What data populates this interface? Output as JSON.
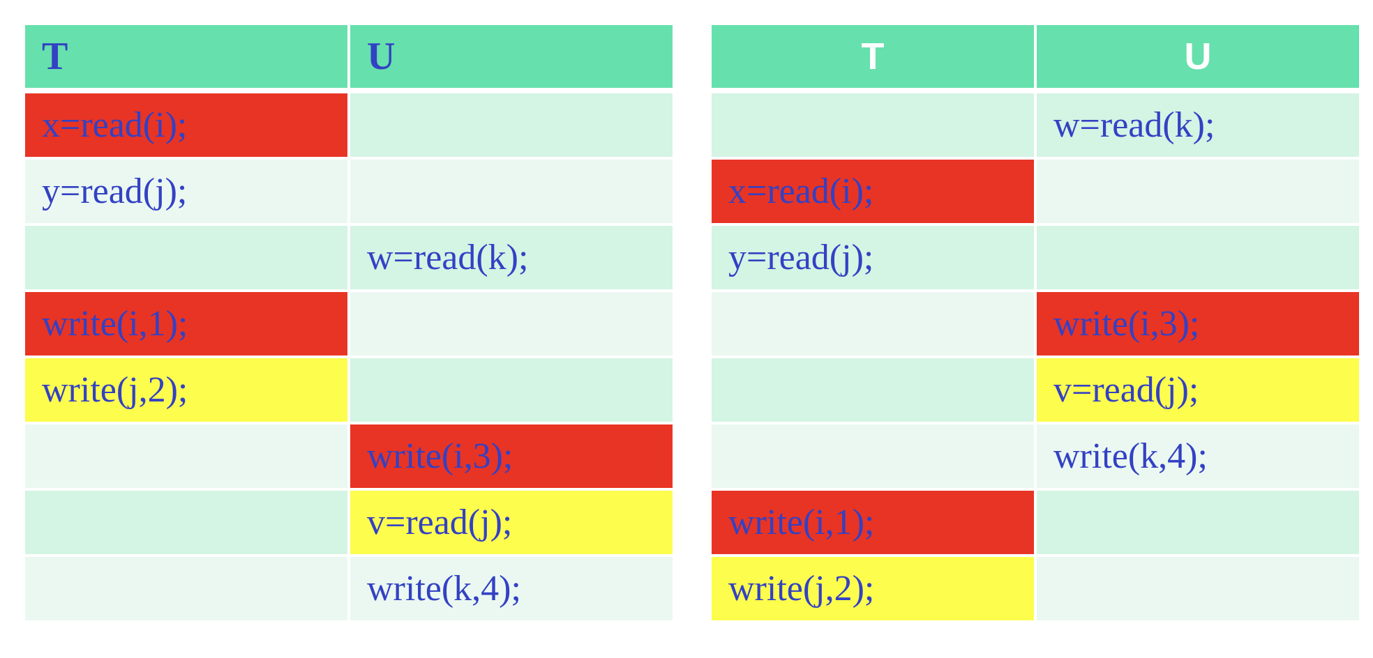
{
  "colors": {
    "header": "#66e0ac",
    "row_odd": "#d4f4e4",
    "row_even": "#eaf8f1",
    "highlight_red": "#e83424",
    "highlight_yellow": "#fdfd4d",
    "text": "#3341c4"
  },
  "schedules": [
    {
      "headers": [
        "T",
        "U"
      ],
      "rows": [
        {
          "t": "x=read(i);",
          "u": "",
          "highlight": "red",
          "col": "t"
        },
        {
          "t": "y=read(j);",
          "u": "",
          "highlight": "",
          "col": ""
        },
        {
          "t": "",
          "u": "w=read(k);",
          "highlight": "",
          "col": ""
        },
        {
          "t": "write(i,1);",
          "u": "",
          "highlight": "red",
          "col": "t"
        },
        {
          "t": "write(j,2);",
          "u": "",
          "highlight": "yellow",
          "col": "t"
        },
        {
          "t": "",
          "u": "write(i,3);",
          "highlight": "red",
          "col": "u"
        },
        {
          "t": "",
          "u": "v=read(j);",
          "highlight": "yellow",
          "col": "u"
        },
        {
          "t": "",
          "u": "write(k,4);",
          "highlight": "",
          "col": ""
        }
      ]
    },
    {
      "headers": [
        "T",
        "U"
      ],
      "rows": [
        {
          "t": "",
          "u": "w=read(k);",
          "highlight": "",
          "col": ""
        },
        {
          "t": "x=read(i);",
          "u": "",
          "highlight": "red",
          "col": "t"
        },
        {
          "t": "y=read(j);",
          "u": "",
          "highlight": "",
          "col": ""
        },
        {
          "t": "",
          "u": "write(i,3);",
          "highlight": "red",
          "col": "u"
        },
        {
          "t": "",
          "u": "v=read(j);",
          "highlight": "yellow",
          "col": "u"
        },
        {
          "t": "",
          "u": "write(k,4);",
          "highlight": "",
          "col": ""
        },
        {
          "t": "write(i,1);",
          "u": "",
          "highlight": "red",
          "col": "t"
        },
        {
          "t": "write(j,2);",
          "u": "",
          "highlight": "yellow",
          "col": "t"
        }
      ]
    }
  ]
}
